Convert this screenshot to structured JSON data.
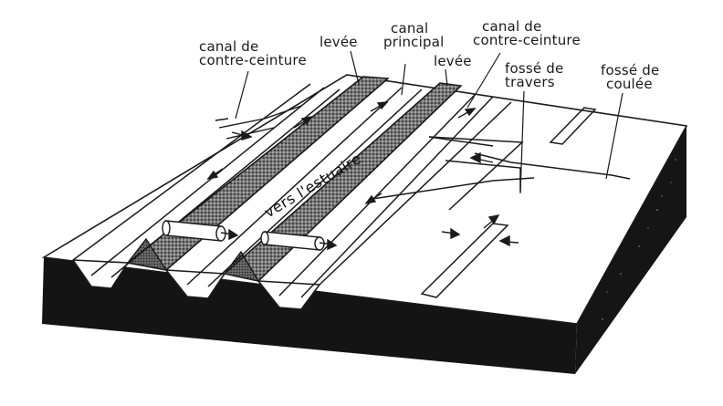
{
  "labels": {
    "canal_contre_ceinture_left": [
      "canal de",
      "contre-ceinture"
    ],
    "levee_left": "levée",
    "canal_principal": [
      "canal",
      "principal"
    ],
    "levee_right": "levée",
    "canal_contre_ceinture_right": [
      "canal de",
      "contre-ceinture"
    ],
    "fosse_de_travers": [
      "fossé de",
      "travers"
    ],
    "fosse_de_coulee": [
      "fossé de",
      "coulée"
    ],
    "vers_estuaire": "vers l'estuaire"
  },
  "colors": {
    "ink": "#1a1a1a",
    "block_side": "#141414",
    "levee_fill": "#5a5a5a",
    "paper": "#ffffff"
  }
}
